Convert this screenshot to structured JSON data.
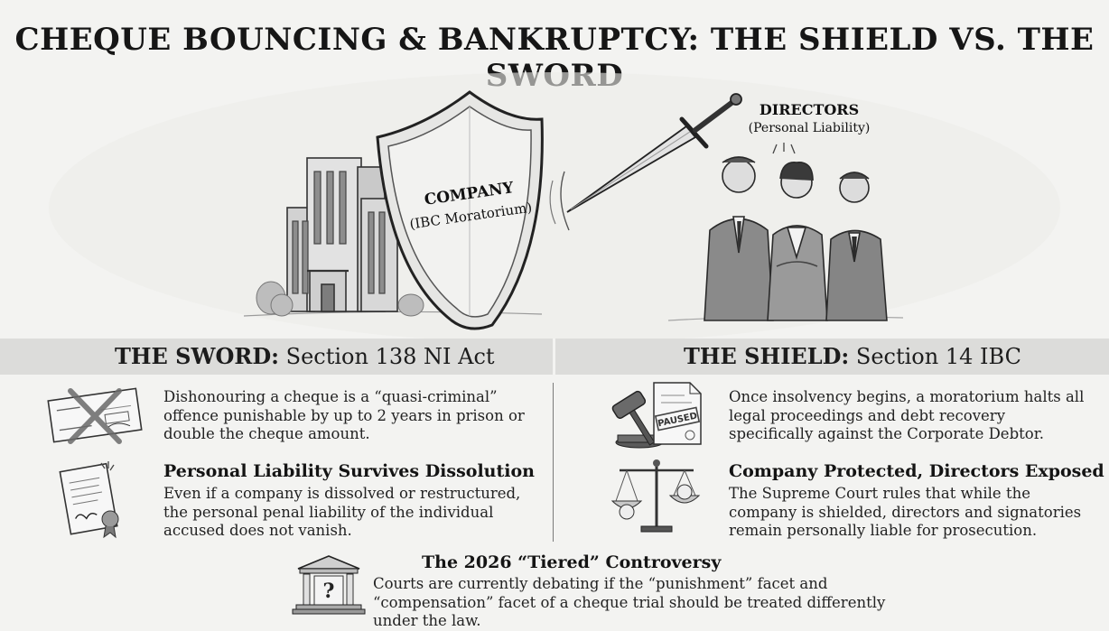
{
  "title": "CHEQUE BOUNCING & BANKRUPTCY: THE SHIELD VS. THE SWORD",
  "hero": {
    "company_label": "COMPANY",
    "company_sub": "(IBC Moratorium)",
    "directors_label": "DIRECTORS",
    "directors_sub": "(Personal Liability)"
  },
  "sword": {
    "heading_bold": "THE SWORD:",
    "heading_rest": " Section 138 NI Act",
    "item1_text": "Dishonouring a cheque is a “quasi-criminal” offence punishable by up to 2 years in prison or double the cheque amount.",
    "item2_title": "Personal Liability Survives Dissolution",
    "item2_text": "Even if a company is dissolved or restructured, the personal penal liability of the individual accused does not vanish."
  },
  "shield": {
    "heading_bold": "THE SHIELD:",
    "heading_rest": " Section 14 IBC",
    "item1_text": "Once insolvency begins, a moratorium halts all legal proceedings and debt recovery specifically against the Corporate Debtor.",
    "paused_stamp": "PAUSED",
    "item2_title": "Company Protected, Directors Exposed",
    "item2_text": "The Supreme Court rules that while the company is shielded, directors and signatories remain personally liable for prosecution."
  },
  "controversy": {
    "title": "The 2026 “Tiered” Controversy",
    "text": "Courts are currently debating if the “punishment” facet and “compensation” facet of a cheque trial should be treated differently under the law."
  },
  "colors": {
    "background": "#f3f3f1",
    "band": "#dcdcda",
    "ink": "#1c1c1c"
  },
  "icons": [
    "building-icon",
    "shield-icon",
    "sword-icon",
    "directors-illustration",
    "crossed-cheque-icon",
    "signed-document-icon",
    "gavel-icon",
    "paused-document-icon",
    "scales-icon",
    "courthouse-question-icon"
  ]
}
